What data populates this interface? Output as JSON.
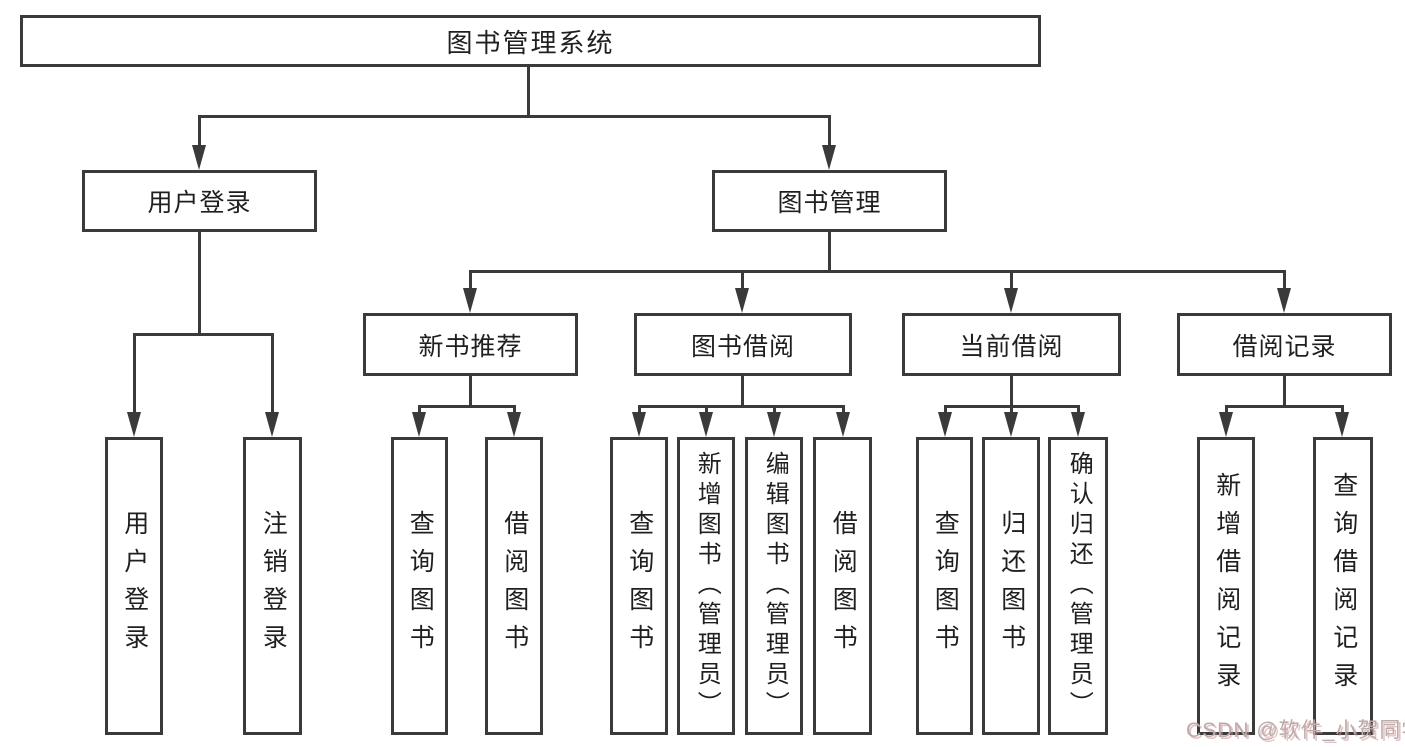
{
  "colors": {
    "line": "#3a3a3a",
    "box_border": "#3a3a3a",
    "text": "#1f1f1f",
    "background": "#ffffff",
    "watermark": "#b5aeae",
    "watermark_tint": "#de8c8c"
  },
  "root": {
    "label": "图书管理系统"
  },
  "branches": [
    {
      "label": "用户登录",
      "leaves": [
        {
          "label": "用户登录"
        },
        {
          "label": "注销登录"
        }
      ]
    },
    {
      "label": "图书管理",
      "groups": [
        {
          "label": "新书推荐",
          "leaves": [
            {
              "label": "查询图书"
            },
            {
              "label": "借阅图书"
            }
          ]
        },
        {
          "label": "图书借阅",
          "leaves": [
            {
              "label": "查询图书"
            },
            {
              "label": "新增图书（管理员）"
            },
            {
              "label": "编辑图书（管理员）"
            },
            {
              "label": "借阅图书"
            }
          ]
        },
        {
          "label": "当前借阅",
          "leaves": [
            {
              "label": "查询图书"
            },
            {
              "label": "归还图书"
            },
            {
              "label": "确认归还（管理员）"
            }
          ]
        },
        {
          "label": "借阅记录",
          "leaves": [
            {
              "label": "新增借阅记录"
            },
            {
              "label": "查询借阅记录"
            }
          ]
        }
      ]
    }
  ],
  "watermark": {
    "text": "CSDN @软件_小贺同学"
  }
}
